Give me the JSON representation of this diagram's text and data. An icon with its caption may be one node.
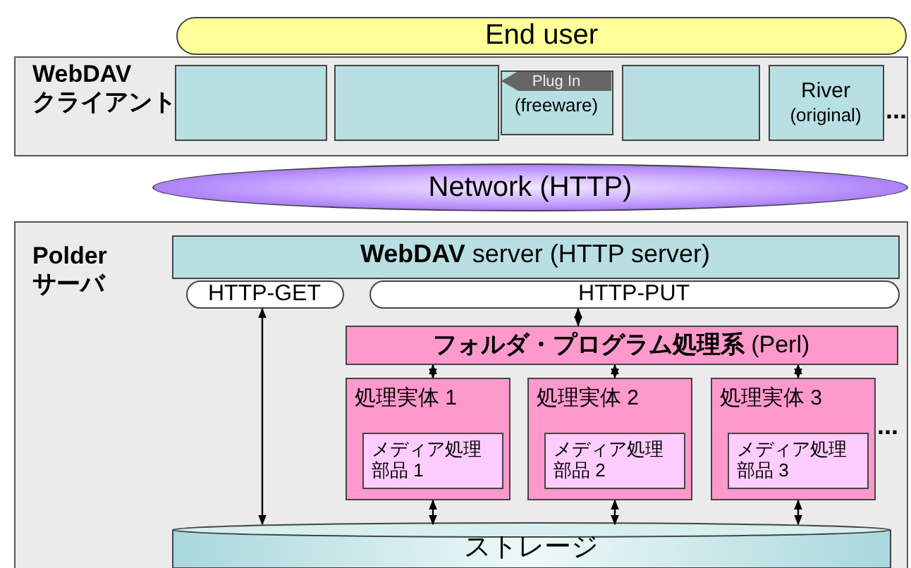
{
  "diagram": {
    "nodes": [
      {
        "text": [
          "WebDAV クライアント"
        ]
      },
      {
        "text": [
          "End user"
        ]
      },
      {
        "text": [],
        "shape": "box",
        "in": 0
      },
      {
        "text": [],
        "shape": "box",
        "in": 0
      },
      {
        "text": [
          "Plug In",
          "(freeware)"
        ],
        "in": 0
      },
      {
        "text": [],
        "shape": "box",
        "in": 0
      },
      {
        "text": [
          "River",
          "(original)"
        ],
        "in": 0
      },
      {
        "text": [
          "Network (HTTP)"
        ]
      },
      {
        "text": [
          "Polder サーバ"
        ]
      },
      {
        "text": [
          "**WebDAV** server (HTTP server)"
        ],
        "in": 8
      },
      {
        "text": [
          "HTTP-GET"
        ],
        "in": 8
      },
      {
        "text": [
          "HTTP-PUT"
        ],
        "in": 8
      },
      {
        "text": [
          "**フォルダ・プログラム処理系** (Perl)"
        ],
        "in": 8
      },
      {
        "text": [
          "処理実体 1"
        ],
        "in": 8
      },
      {
        "text": [
          "メディア処理部品 1"
        ],
        "in": 13
      },
      {
        "text": [
          "処理実体 2"
        ],
        "in": 8
      },
      {
        "text": [
          "メディア処理部品 2"
        ],
        "in": 15
      },
      {
        "text": [
          "処理実体 3"
        ],
        "in": 8
      },
      {
        "text": [
          "メディア処理部品 3"
        ],
        "in": 17
      },
      {
        "text": [
          "ストレージ"
        ],
        "in": 8
      }
    ],
    "edges": [
      {
        "from": 10,
        "to": 19,
        "arrow": "both"
      },
      {
        "from": 11,
        "to": 12,
        "arrow": "both"
      },
      {
        "from": 12,
        "to": 13,
        "arrow": "both"
      },
      {
        "from": 12,
        "to": 15,
        "arrow": "both"
      },
      {
        "from": 12,
        "to": 17,
        "arrow": "both"
      },
      {
        "from": 13,
        "to": 19,
        "arrow": "both"
      },
      {
        "from": 15,
        "to": 19,
        "arrow": "both"
      },
      {
        "from": 17,
        "to": 19,
        "arrow": "both"
      }
    ],
    "labels": [
      "...",
      "..."
    ]
  }
}
